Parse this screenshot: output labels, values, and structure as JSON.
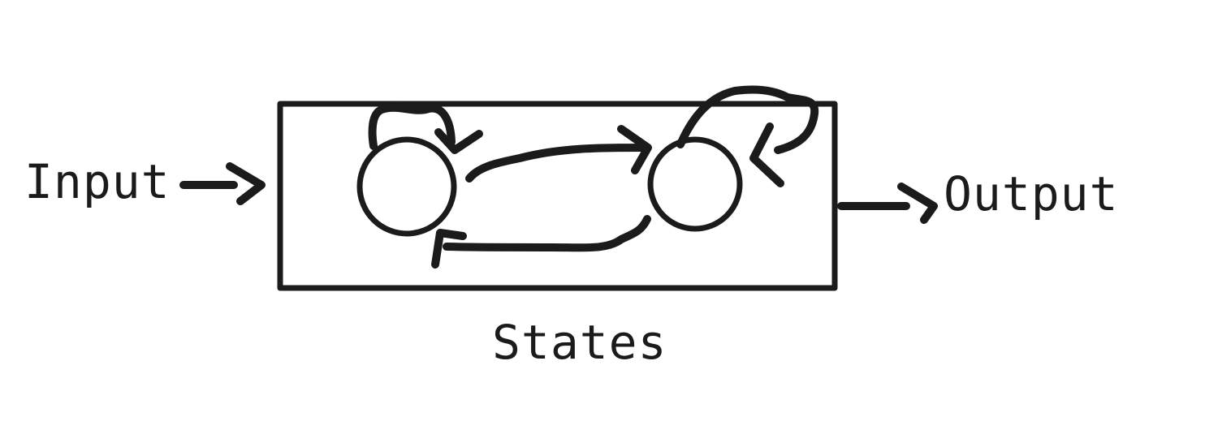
{
  "diagram": {
    "input_label": "Input",
    "output_label": "Output",
    "container_label": "States",
    "stroke_color": "#1b1b1b",
    "background_color": "#ffffff"
  }
}
